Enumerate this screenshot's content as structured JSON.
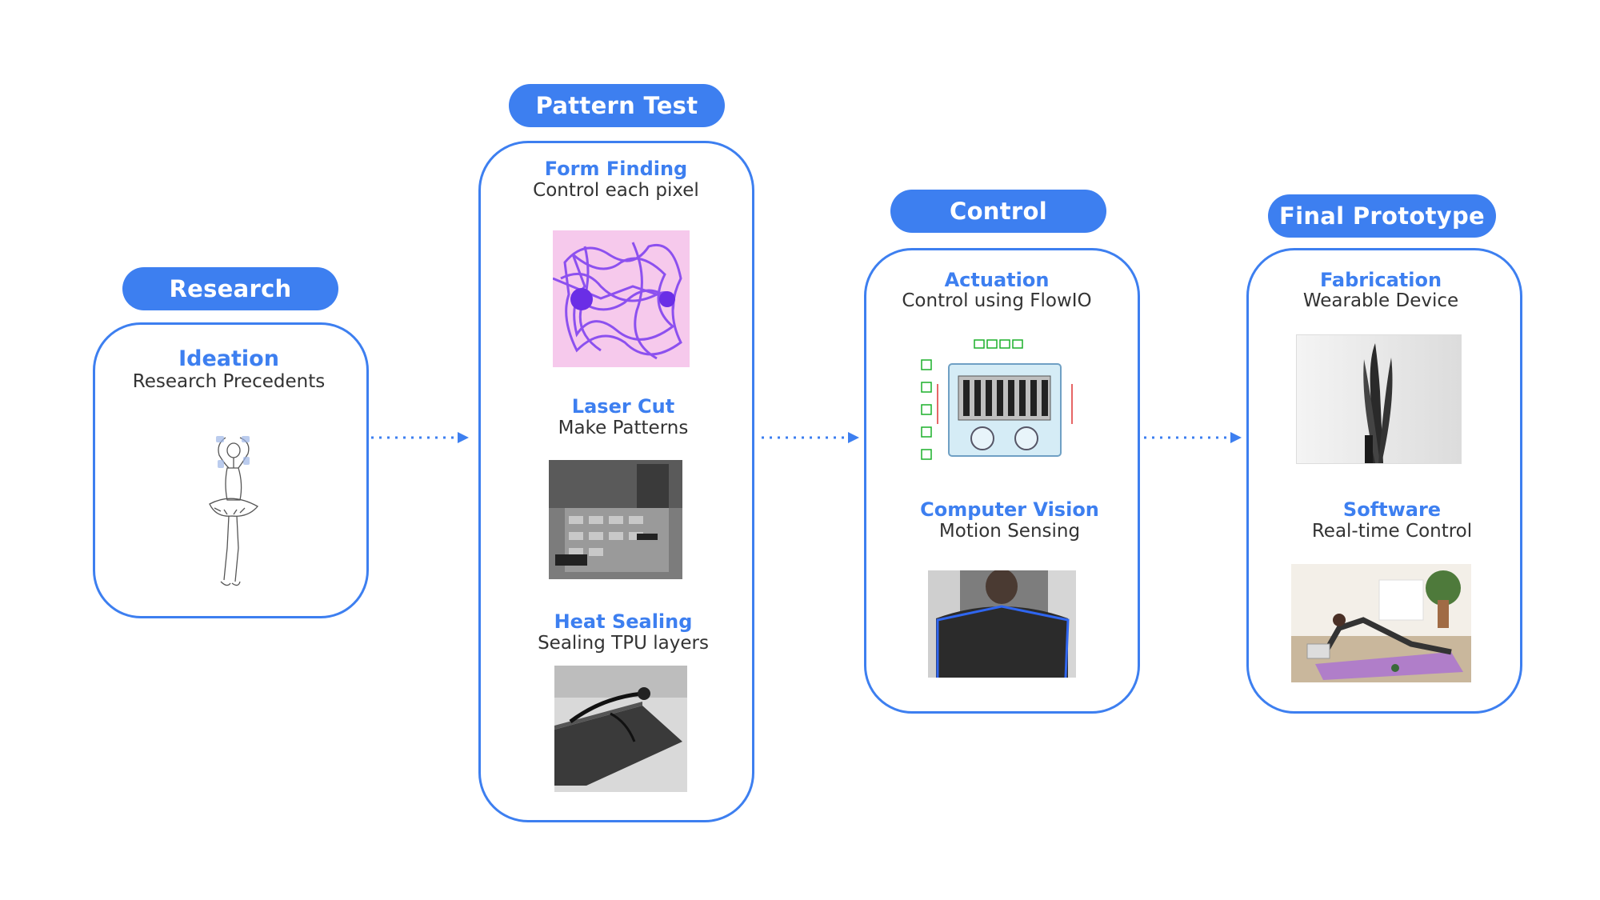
{
  "stages": {
    "research": {
      "label": "Research",
      "items": [
        {
          "title": "Ideation",
          "subtitle": "Research Precedents"
        }
      ]
    },
    "pattern_test": {
      "label": "Pattern Test",
      "items": [
        {
          "title": "Form Finding",
          "subtitle": "Control each pixel"
        },
        {
          "title": "Laser Cut",
          "subtitle": "Make Patterns"
        },
        {
          "title": "Heat Sealing",
          "subtitle": "Sealing TPU layers"
        }
      ]
    },
    "control": {
      "label": "Control",
      "items": [
        {
          "title": "Actuation",
          "subtitle": "Control using FlowIO"
        },
        {
          "title": "Computer Vision",
          "subtitle": "Motion Sensing"
        }
      ]
    },
    "final_prototype": {
      "label": "Final Prototype",
      "items": [
        {
          "title": "Fabrication",
          "subtitle": "Wearable Device"
        },
        {
          "title": "Software",
          "subtitle": "Real-time Control"
        }
      ]
    }
  },
  "colors": {
    "accent": "#3d7ff0",
    "text": "#333333"
  }
}
